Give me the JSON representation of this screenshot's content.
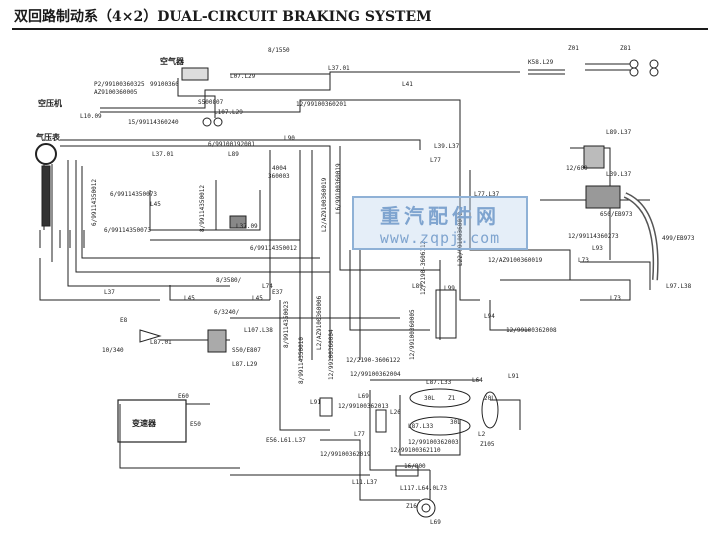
{
  "title": "双回路制动系（4×2）DUAL-CIRCUIT BRAKING SYSTEM",
  "components": {
    "compressor": "空压机",
    "air_compressor": "空气器",
    "air_gauge": "气压表",
    "transmission": "变速器"
  },
  "watermark": {
    "cn": "重汽配件网",
    "url": "www.zqpj.com"
  },
  "labels": [
    {
      "id": "l01",
      "text": "8/1550"
    },
    {
      "id": "l02",
      "text": "L37.01"
    },
    {
      "id": "l03",
      "text": "L07.L29"
    },
    {
      "id": "l04",
      "text": "L41"
    },
    {
      "id": "l05",
      "text": "K58.L29"
    },
    {
      "id": "l06",
      "text": "Z01"
    },
    {
      "id": "l07",
      "text": "Z81"
    },
    {
      "id": "l08",
      "text": "P2/99100360325"
    },
    {
      "id": "l09",
      "text": "99100360"
    },
    {
      "id": "l10",
      "text": "AZ9100360005"
    },
    {
      "id": "l11",
      "text": "L10.09"
    },
    {
      "id": "l12",
      "text": "15/99114360240"
    },
    {
      "id": "l13",
      "text": "S500807"
    },
    {
      "id": "l14",
      "text": "L107.L29"
    },
    {
      "id": "l15",
      "text": "12/99100360201"
    },
    {
      "id": "l16",
      "text": "L89.L37"
    },
    {
      "id": "l17",
      "text": "L90"
    },
    {
      "id": "l18",
      "text": "6/99100192001"
    },
    {
      "id": "l19",
      "text": "L37.01"
    },
    {
      "id": "l20",
      "text": "L89"
    },
    {
      "id": "l21",
      "text": "L39.L37"
    },
    {
      "id": "l22",
      "text": "L77"
    },
    {
      "id": "l23",
      "text": "12/600"
    },
    {
      "id": "l24",
      "text": "L39.L37"
    },
    {
      "id": "l25",
      "text": "L77.L37"
    },
    {
      "id": "l26",
      "text": "4004"
    },
    {
      "id": "l27",
      "text": "360003"
    },
    {
      "id": "l28",
      "text": "6/99114350073"
    },
    {
      "id": "l29",
      "text": "L45"
    },
    {
      "id": "l30",
      "text": "L37.09"
    },
    {
      "id": "l31",
      "text": "6/99114350073"
    },
    {
      "id": "l32",
      "text": "650/EB973"
    },
    {
      "id": "l33",
      "text": "12/99114360273"
    },
    {
      "id": "l34",
      "text": "L93"
    },
    {
      "id": "l35",
      "text": "L73"
    },
    {
      "id": "l36",
      "text": "499/EB973"
    },
    {
      "id": "l37",
      "text": "6/99114350012"
    },
    {
      "id": "l38",
      "text": "12/AZ9100360019"
    },
    {
      "id": "l39",
      "text": "L37"
    },
    {
      "id": "l40",
      "text": "8/3580/"
    },
    {
      "id": "l41",
      "text": "L74"
    },
    {
      "id": "l42",
      "text": "E37"
    },
    {
      "id": "l43",
      "text": "L45"
    },
    {
      "id": "l44",
      "text": "L45"
    },
    {
      "id": "l45",
      "text": "L89"
    },
    {
      "id": "l46",
      "text": "L99"
    },
    {
      "id": "l47",
      "text": "L73"
    },
    {
      "id": "l48",
      "text": "L97.L38"
    },
    {
      "id": "l49",
      "text": "L94"
    },
    {
      "id": "l50",
      "text": "6/3240/"
    },
    {
      "id": "l51",
      "text": "L107.L38"
    },
    {
      "id": "l52",
      "text": "12/99100362008"
    },
    {
      "id": "l53",
      "text": "E8"
    },
    {
      "id": "l54",
      "text": "L87.01"
    },
    {
      "id": "l55",
      "text": "10/340"
    },
    {
      "id": "l56",
      "text": "12/2190-3606122"
    },
    {
      "id": "l57",
      "text": "S50/E807"
    },
    {
      "id": "l58",
      "text": "L87.L29"
    },
    {
      "id": "l59",
      "text": "12/99100362004"
    },
    {
      "id": "l60",
      "text": "L64"
    },
    {
      "id": "l61",
      "text": "L91"
    },
    {
      "id": "l62",
      "text": "30L"
    },
    {
      "id": "l63",
      "text": "Z1"
    },
    {
      "id": "l64",
      "text": "20L"
    },
    {
      "id": "l65",
      "text": "L87.L33"
    },
    {
      "id": "l66",
      "text": "L69"
    },
    {
      "id": "l67",
      "text": "E60"
    },
    {
      "id": "l68",
      "text": "E50"
    },
    {
      "id": "l69",
      "text": "L91"
    },
    {
      "id": "l70",
      "text": "12/99100362013"
    },
    {
      "id": "l71",
      "text": "L26"
    },
    {
      "id": "l72",
      "text": "L77"
    },
    {
      "id": "l73",
      "text": "L87.L33"
    },
    {
      "id": "l74",
      "text": "L2"
    },
    {
      "id": "l75",
      "text": "12/99100362003"
    },
    {
      "id": "l76",
      "text": "Z105"
    },
    {
      "id": "l77",
      "text": "E56.L61.L37"
    },
    {
      "id": "l78",
      "text": "12/99100362019"
    },
    {
      "id": "l79",
      "text": "12/99100362110"
    },
    {
      "id": "l80",
      "text": "L11.L37"
    },
    {
      "id": "l81",
      "text": "16/800"
    },
    {
      "id": "l82",
      "text": "L117.L64.0L73"
    },
    {
      "id": "l83",
      "text": "L69"
    },
    {
      "id": "l84",
      "text": "Z16"
    },
    {
      "id": "l85",
      "text": "12/2190-3606112"
    },
    {
      "id": "l86",
      "text": "8/99114350010"
    },
    {
      "id": "l87",
      "text": "8/99114350023"
    },
    {
      "id": "l88",
      "text": "L2/AZ9100360006"
    },
    {
      "id": "l89",
      "text": "12/99100360004"
    },
    {
      "id": "l90",
      "text": "30L"
    },
    {
      "id": "l91",
      "text": "12/99100360005"
    },
    {
      "id": "l92",
      "text": "8/99114350012"
    },
    {
      "id": "l93",
      "text": "L6/99100360019"
    },
    {
      "id": "l94",
      "text": "6/99114350012"
    },
    {
      "id": "l95",
      "text": "L2/AZ9100360019"
    },
    {
      "id": "l96",
      "text": "L22/99100360022"
    }
  ]
}
